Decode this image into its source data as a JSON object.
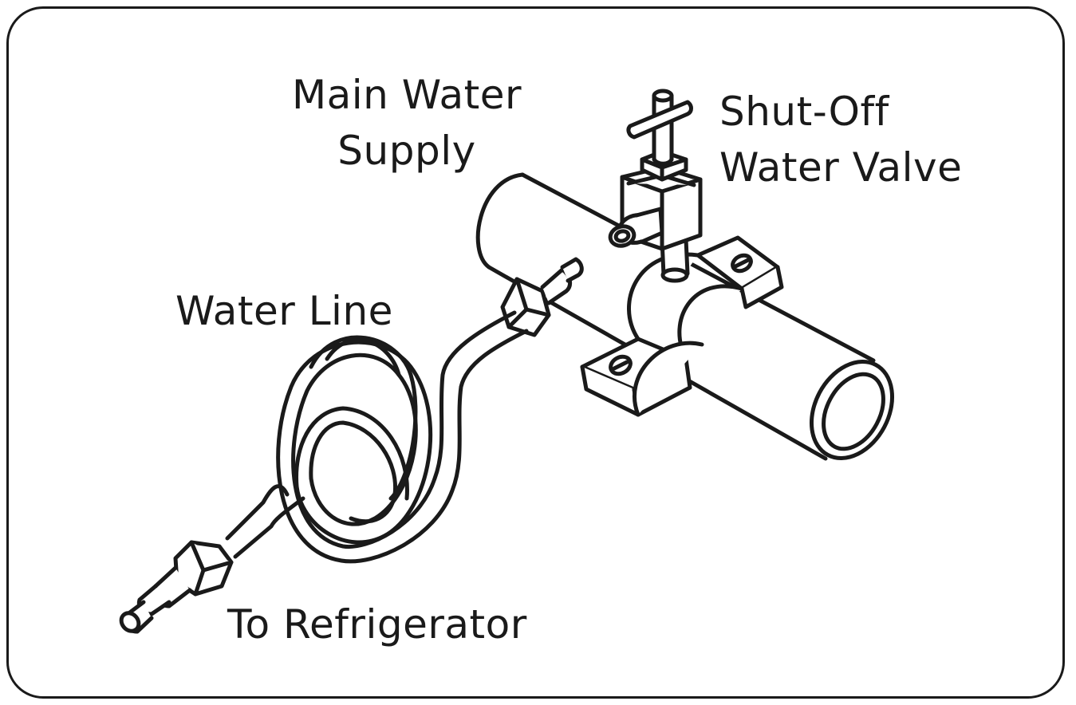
{
  "diagram": {
    "labels": {
      "main_supply": [
        "Main Water",
        "Supply"
      ],
      "shutoff": [
        "Shut-Off",
        "Water Valve"
      ],
      "water_line": "Water Line",
      "to_fridge": "To Refrigerator"
    },
    "colors": {
      "ink": "#1a1a1a",
      "paper": "#ffffff"
    }
  }
}
